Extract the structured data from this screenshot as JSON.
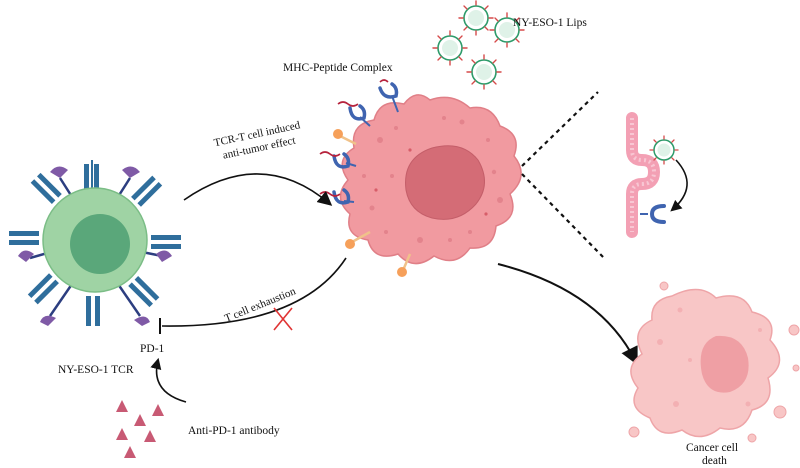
{
  "labels": {
    "lips": "NY-ESO-1 Lips",
    "mhc": "MHC-Peptide Complex",
    "tcr_effect_line1": "TCR-T cell induced",
    "tcr_effect_line2": "anti-tumor effect",
    "exhaustion": "T cell exhaustion",
    "pd1": "PD-1",
    "tcr": "NY-ESO-1 TCR",
    "antibody": "Anti-PD-1 antibody",
    "death_line1": "Cancer cell",
    "death_line2": "death"
  },
  "colors": {
    "tcell_outer": "#9fd3a4",
    "tcell_nucleus": "#5aa77a",
    "tcr_chain": "#2f6e9c",
    "purple_receptor": "#7f5aa6",
    "tumor": "#f19aa0",
    "tumor_nucleus": "#d46c76",
    "mhc": "#3f64b0",
    "peptide": "#b6223c",
    "lipo_ring": "#2e9b6a",
    "dead_cell": "#f8c6c6",
    "antibody": "#c85a74",
    "block_x": "#e03434",
    "arrow": "#111111"
  },
  "icons": [
    "t-cell-icon",
    "tumor-cell-icon",
    "liposome-icon",
    "dead-cell-icon",
    "antibody-icon",
    "membrane-icon"
  ]
}
